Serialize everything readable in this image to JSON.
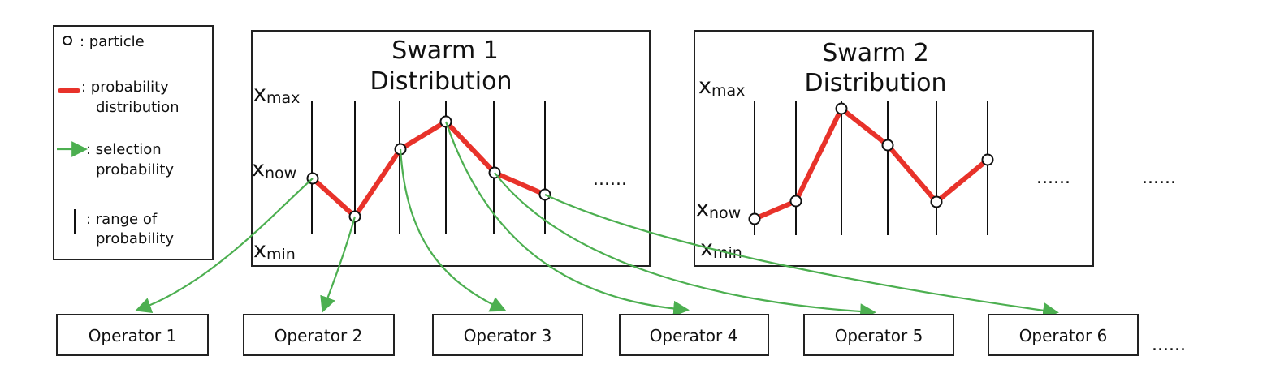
{
  "legend": {
    "particle": ": particle",
    "prob_line1": ": probability",
    "prob_line2": "distribution",
    "sel_line1": ": selection",
    "sel_line2": "probability",
    "range_line1": ": range of",
    "range_line2": "probability"
  },
  "swarm1": {
    "title_line1": "Swarm 1",
    "title_line2": "Distribution",
    "axis_max": "x",
    "axis_max_sub": "max",
    "axis_now": "x",
    "axis_now_sub": "now",
    "axis_min": "x",
    "axis_min_sub": "min",
    "ellipsis": "......"
  },
  "swarm2": {
    "title_line1": "Swarm 2",
    "title_line2": "Distribution",
    "axis_max": "x",
    "axis_max_sub": "max",
    "axis_now": "x",
    "axis_now_sub": "now",
    "axis_min": "x",
    "axis_min_sub": "min",
    "ellipsis": "......",
    "outer_ellipsis": "......"
  },
  "operators": [
    "Operator 1",
    "Operator 2",
    "Operator 3",
    "Operator 4",
    "Operator 5",
    "Operator 6"
  ],
  "operators_ellipsis": "......",
  "colors": {
    "distribution": "#e8322a",
    "selection": "#4caf50",
    "stroke": "#222222"
  }
}
